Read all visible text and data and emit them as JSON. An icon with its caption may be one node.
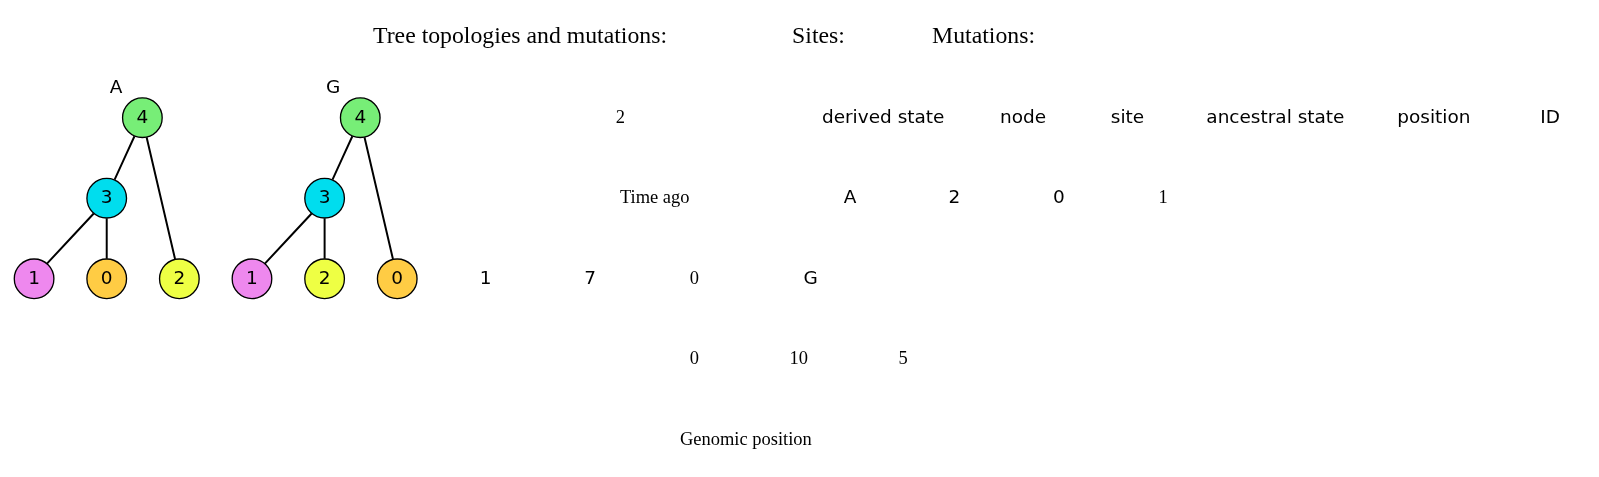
{
  "diagram": {
    "nodes": [
      {
        "text": [
          "4"
        ],
        "beside": [
          "A"
        ]
      },
      {
        "text": [
          "3"
        ]
      },
      {
        "text": [
          "2"
        ]
      },
      {
        "text": [
          "1"
        ]
      },
      {
        "text": [
          "0"
        ]
      },
      {
        "text": [
          "4"
        ],
        "beside": [
          "G"
        ]
      },
      {
        "text": [
          "3"
        ]
      },
      {
        "text": [
          "0"
        ]
      },
      {
        "text": [
          "1"
        ]
      },
      {
        "text": [
          "2"
        ]
      }
    ],
    "edges": [
      {
        "from": 0,
        "to": 2,
        "arrow": "none"
      },
      {
        "from": 0,
        "to": 1,
        "arrow": "none"
      },
      {
        "from": 1,
        "to": 3,
        "arrow": "none"
      },
      {
        "from": 1,
        "to": 4,
        "arrow": "none"
      },
      {
        "from": 5,
        "to": 7,
        "arrow": "none"
      },
      {
        "from": 5,
        "to": 6,
        "arrow": "none"
      },
      {
        "from": 6,
        "to": 8,
        "arrow": "none"
      },
      {
        "from": 6,
        "to": 9,
        "arrow": "none"
      }
    ],
    "labels": [
      "Tree topologies and mutations:",
      "2",
      "1",
      "0",
      "Time ago",
      "0",
      "5",
      "10",
      "Genomic position",
      "Sites:",
      "ID",
      "position",
      "ancestral state",
      "0",
      "2",
      "A",
      "1",
      "7",
      "G",
      "Mutations:",
      "site",
      "node",
      "derived state"
    ]
  }
}
